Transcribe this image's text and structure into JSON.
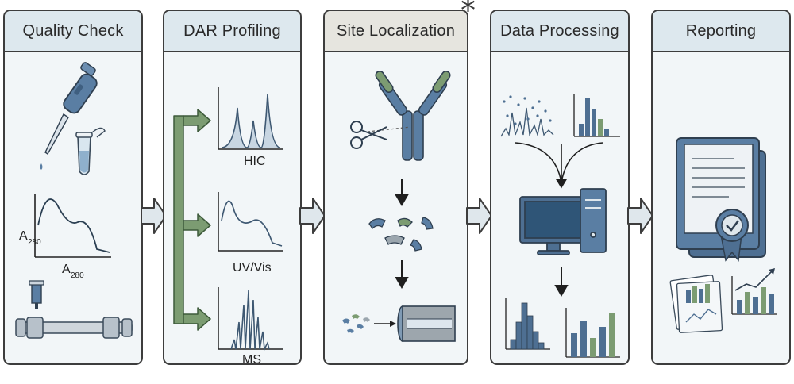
{
  "stages": [
    {
      "title": "Quality Check"
    },
    {
      "title": "DAR Profiling"
    },
    {
      "title": "Site Localization"
    },
    {
      "title": "Data Processing"
    },
    {
      "title": "Reporting"
    }
  ],
  "quality_check": {
    "ylabel": "A",
    "ylabel_sub": "280",
    "xlabel": "A",
    "xlabel_sub": "280"
  },
  "dar_profiling": {
    "hic_label": "HIC",
    "uvvis_label": "UV/Vis",
    "ms_label": "MS"
  },
  "highlight_mark": "*",
  "colors": {
    "accent_blue": "#4e6f92",
    "accent_green": "#6f8f68",
    "panel_bg": "#f2f6f8",
    "header_bg": "#dde8ee",
    "header_highlight_bg": "#e6e5df",
    "outline": "#3d3d3d"
  }
}
